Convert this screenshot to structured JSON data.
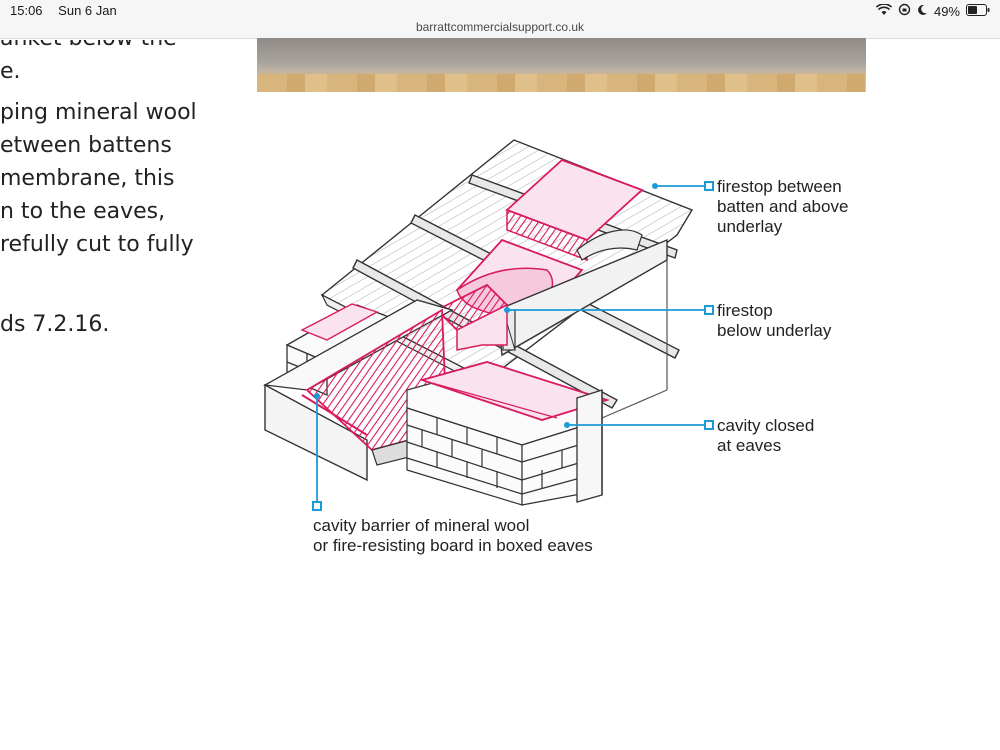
{
  "status_bar": {
    "time": "15:06",
    "date": "Sun 6 Jan",
    "battery": "49%"
  },
  "browser": {
    "url": "barrattcommercialsupport.co.uk"
  },
  "body_text": {
    "lines": [
      "anket below the",
      "e.",
      "ping mineral wool",
      "etween battens",
      "membrane, this",
      "n to the eaves,",
      "refully cut to fully",
      "ds 7.2.16."
    ]
  },
  "diagram": {
    "callouts": {
      "firestop_batten": [
        "firestop between",
        "batten and above",
        "underlay"
      ],
      "firestop_below": [
        "firestop",
        "below underlay"
      ],
      "cavity_closed": [
        "cavity closed",
        "at eaves"
      ],
      "cavity_barrier": [
        "cavity barrier of mineral wool",
        "or fire-resisting board in boxed eaves"
      ]
    },
    "colors": {
      "firestop": "#d81b60",
      "leader": "#1a9bd7",
      "line": "#333333"
    }
  }
}
